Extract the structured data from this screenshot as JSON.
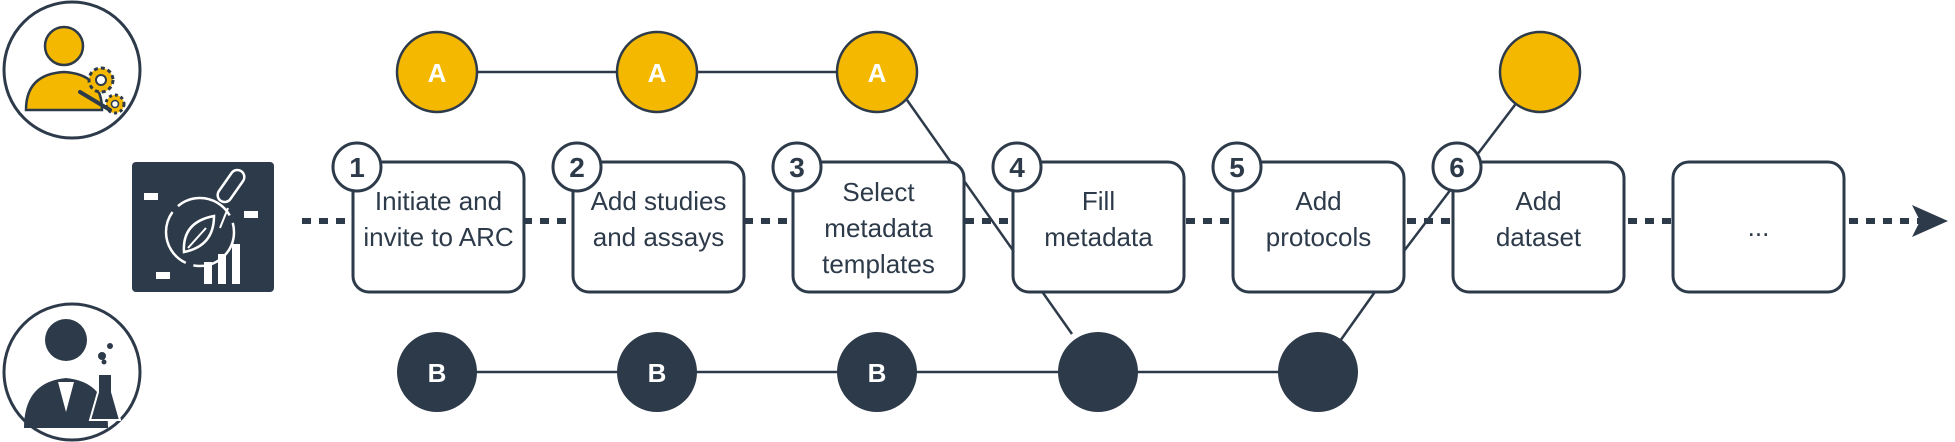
{
  "colors": {
    "navy": "#2d3a4a",
    "gold": "#f5b800",
    "box_border": "#2d3a4a",
    "background": "#ffffff"
  },
  "icons": {
    "top_persona": "data-steward-gear-icon",
    "bottom_persona": "scientist-lab-icon",
    "arc_logo": "arc-plant-cycle-chart-icon",
    "flow_arrow": "arrow-right-icon"
  },
  "steps": [
    {
      "number": "1",
      "lines": [
        "Initiate and",
        "invite to ARC"
      ]
    },
    {
      "number": "2",
      "lines": [
        "Add studies",
        "and assays"
      ]
    },
    {
      "number": "3",
      "lines": [
        "Select",
        "metadata",
        "templates"
      ]
    },
    {
      "number": "4",
      "lines": [
        "Fill",
        "metadata"
      ]
    },
    {
      "number": "5",
      "lines": [
        "Add",
        "protocols"
      ]
    },
    {
      "number": "6",
      "lines": [
        "Add",
        "dataset"
      ]
    },
    {
      "number": "",
      "lines": [
        "..."
      ]
    }
  ],
  "track_a": {
    "badges": [
      "A",
      "A",
      "A",
      ""
    ]
  },
  "track_b": {
    "badges": [
      "B",
      "B",
      "B",
      "",
      ""
    ]
  }
}
